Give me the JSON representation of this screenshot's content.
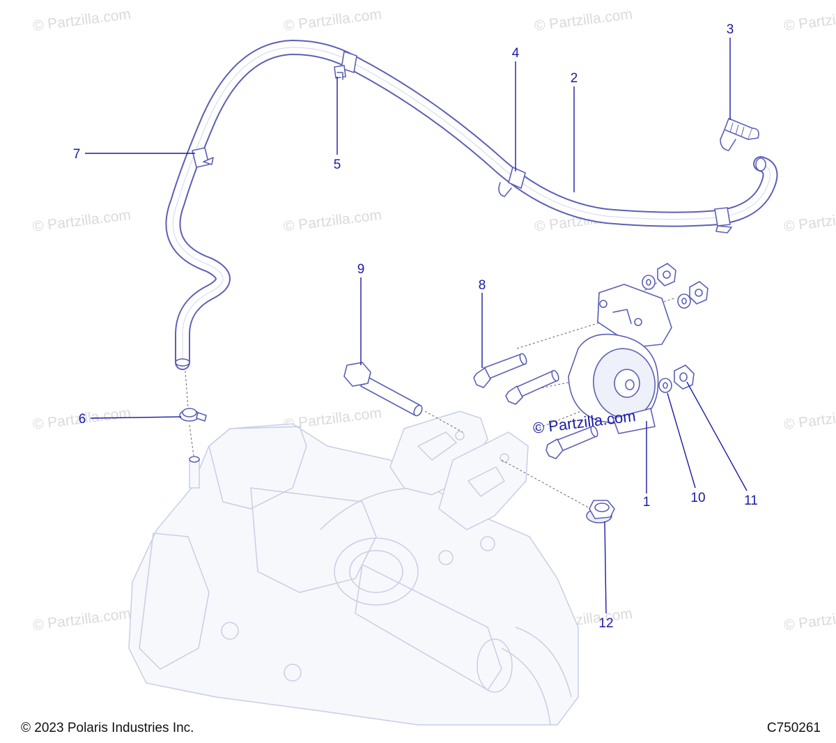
{
  "watermark_text": "© Partzilla.com",
  "callouts": [
    "1",
    "2",
    "3",
    "4",
    "5",
    "6",
    "7",
    "8",
    "9",
    "10",
    "11",
    "12"
  ],
  "copyright": "© 2023 Polaris Industries Inc.",
  "diagram_code": "C750261",
  "colors": {
    "callout": "#1a1aa6",
    "part_outline": "#5b5fb5",
    "ghost_outline": "#c9cde6",
    "watermark": "#dadada"
  }
}
